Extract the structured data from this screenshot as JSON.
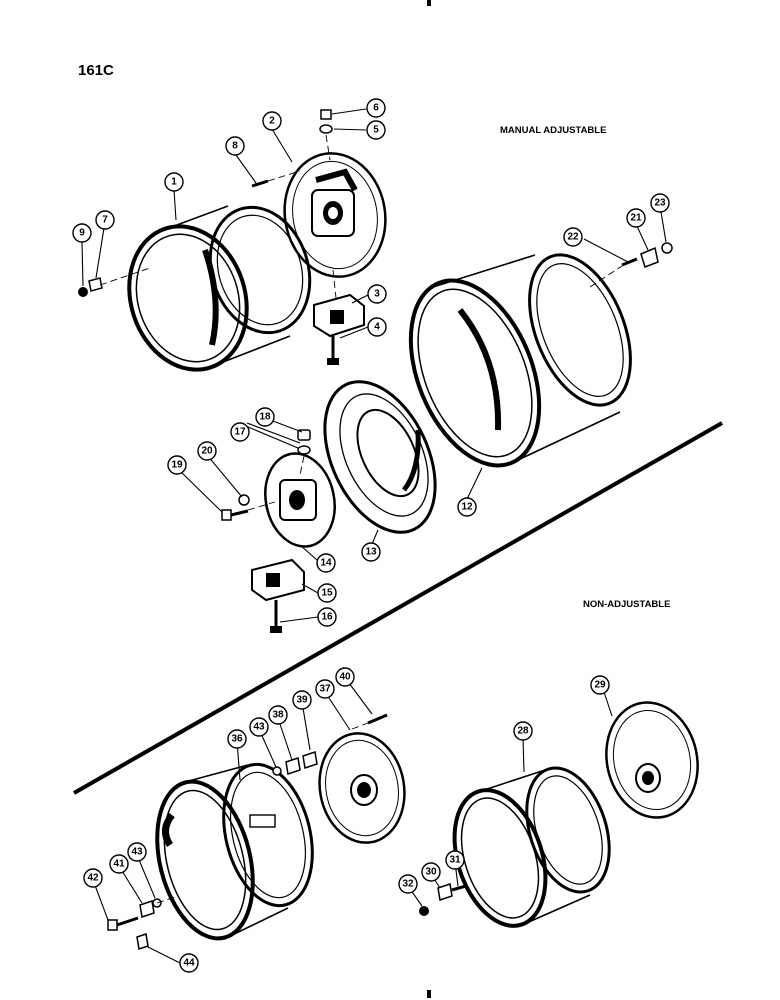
{
  "diagram": {
    "page_code": "161C",
    "section_labels": {
      "manual": "MANUAL ADJUSTABLE",
      "non_adjustable": "NON-ADJUSTABLE"
    },
    "callouts": [
      "1",
      "2",
      "3",
      "4",
      "5",
      "6",
      "7",
      "8",
      "9",
      "12",
      "13",
      "14",
      "15",
      "16",
      "17",
      "18",
      "19",
      "20",
      "21",
      "22",
      "23",
      "28",
      "29",
      "30",
      "31",
      "32",
      "36",
      "37",
      "38",
      "39",
      "40",
      "41",
      "42",
      "43",
      "43",
      "44"
    ]
  }
}
